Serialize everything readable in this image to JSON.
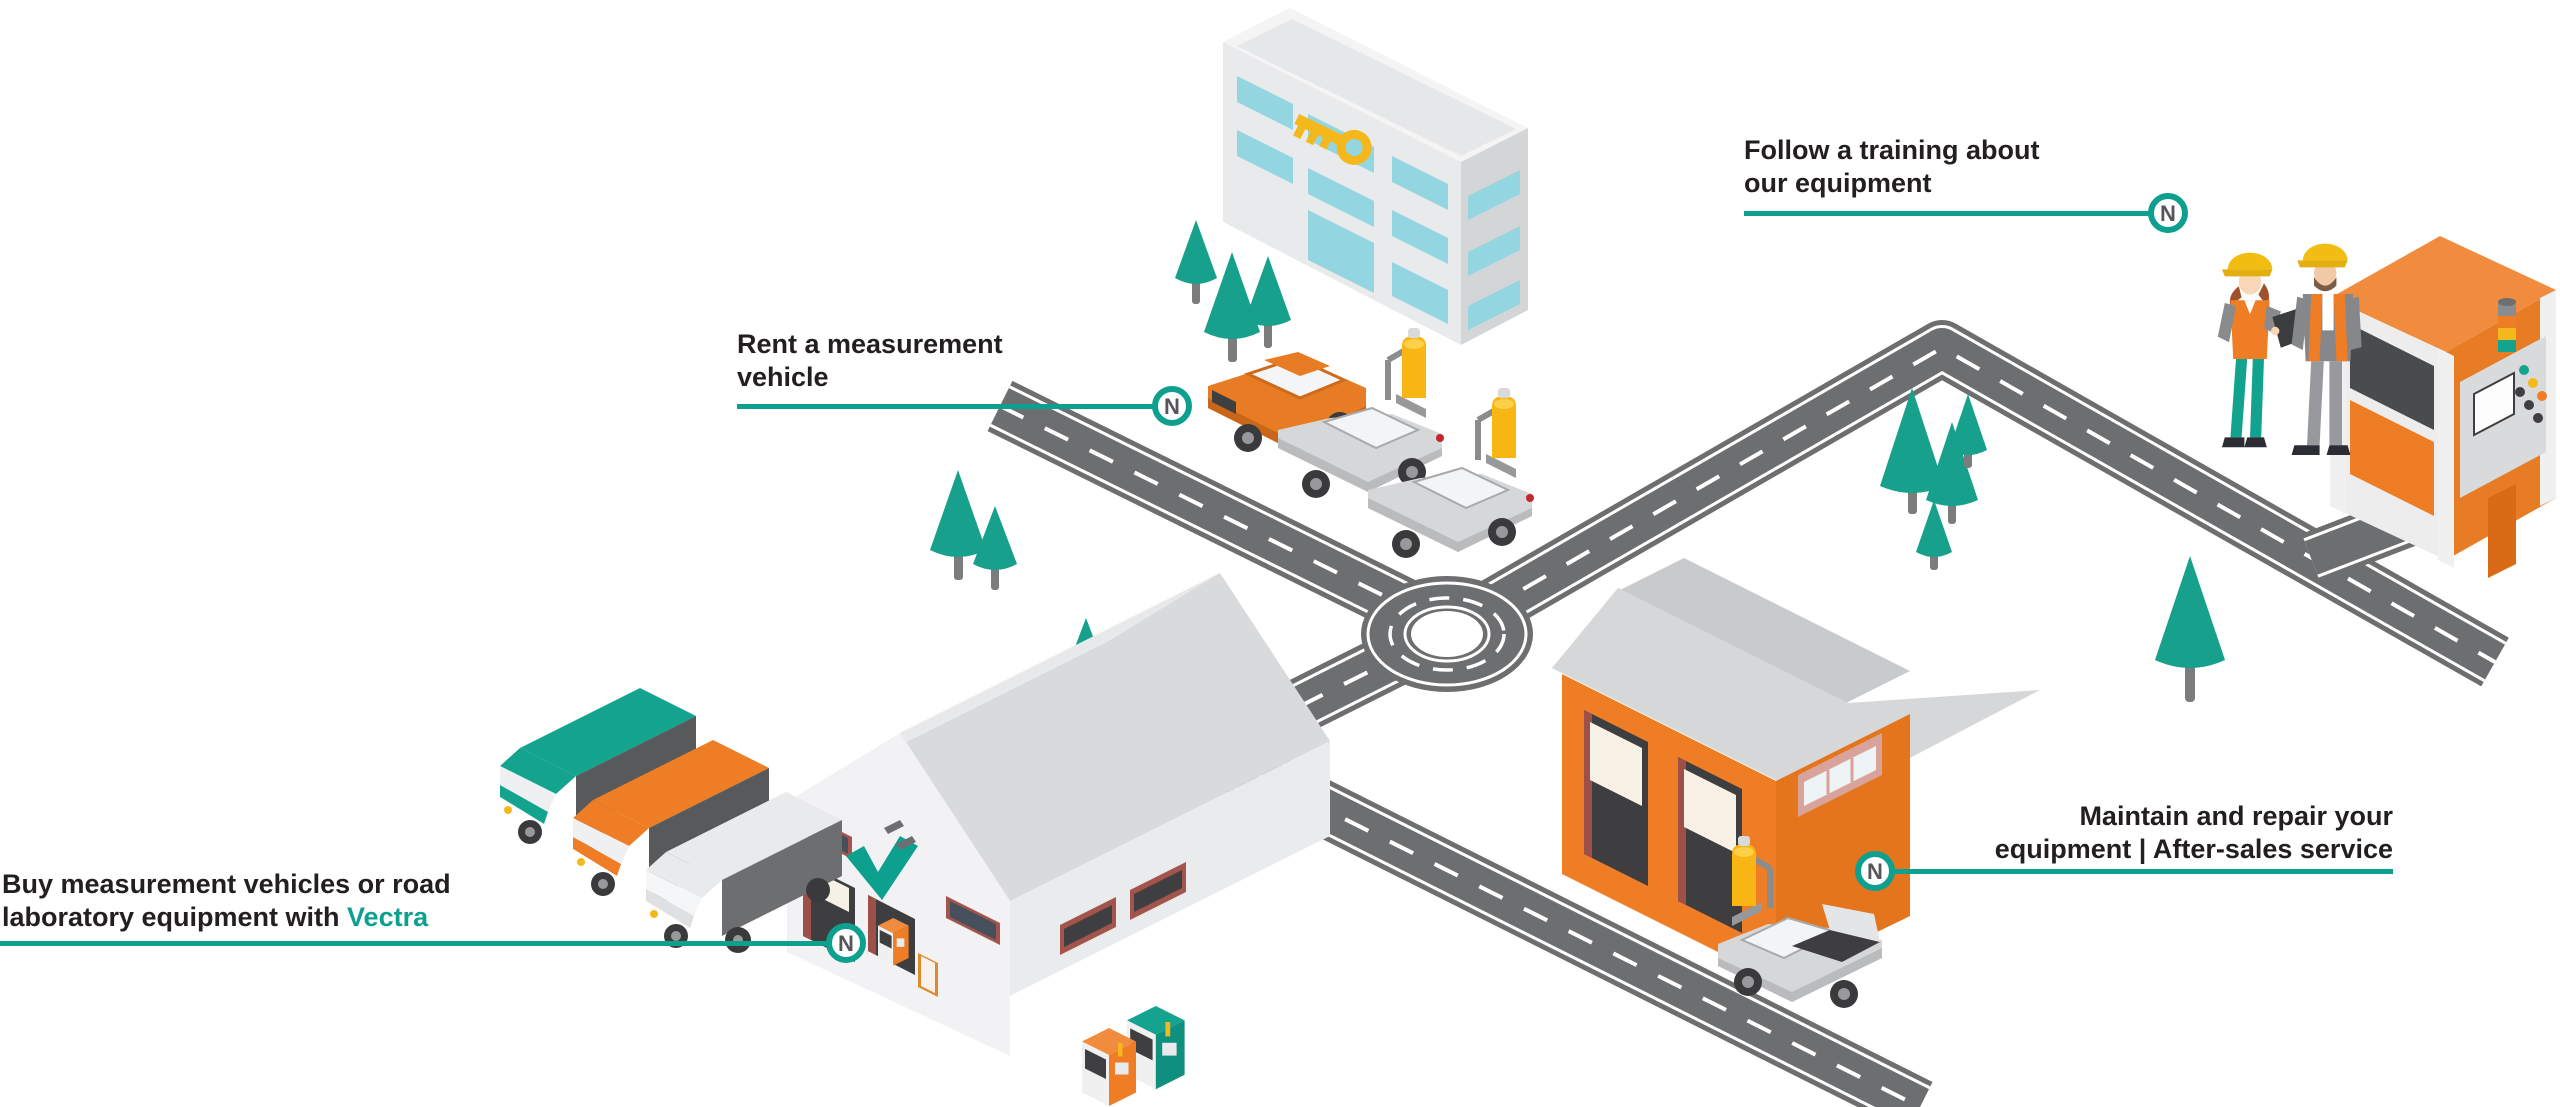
{
  "colors": {
    "teal": "#0da08f",
    "orange": "#ee7d25",
    "dark_text": "#231f20",
    "road_gray": "#6d6e70",
    "window_blue": "#93d6e2",
    "key_yellow": "#f5b81c"
  },
  "callouts": {
    "rent": {
      "line1": "Rent a measurement",
      "line2": "vehicle",
      "badge": "N"
    },
    "training": {
      "line1": "Follow a training about",
      "line2": "our equipment",
      "badge": "N"
    },
    "buy": {
      "line1": "Buy measurement vehicles or road",
      "line2_prefix": "laboratory equipment with ",
      "line2_highlight": "Vectra",
      "badge": "N"
    },
    "maintain": {
      "line1": "Maintain and repair your",
      "line2": "equipment | After-sales service",
      "badge": "N"
    }
  },
  "scene_objects": {
    "rental_office": "office building with key icon and rental measurement cars",
    "vectra_warehouse": "white warehouse with teal Vectra logo, vans and road lab machines",
    "repair_garage": "orange workshop with car under maintenance",
    "training_station": "orange equipment machine with two trainees",
    "road_network": "isometric roads with roundabout"
  }
}
